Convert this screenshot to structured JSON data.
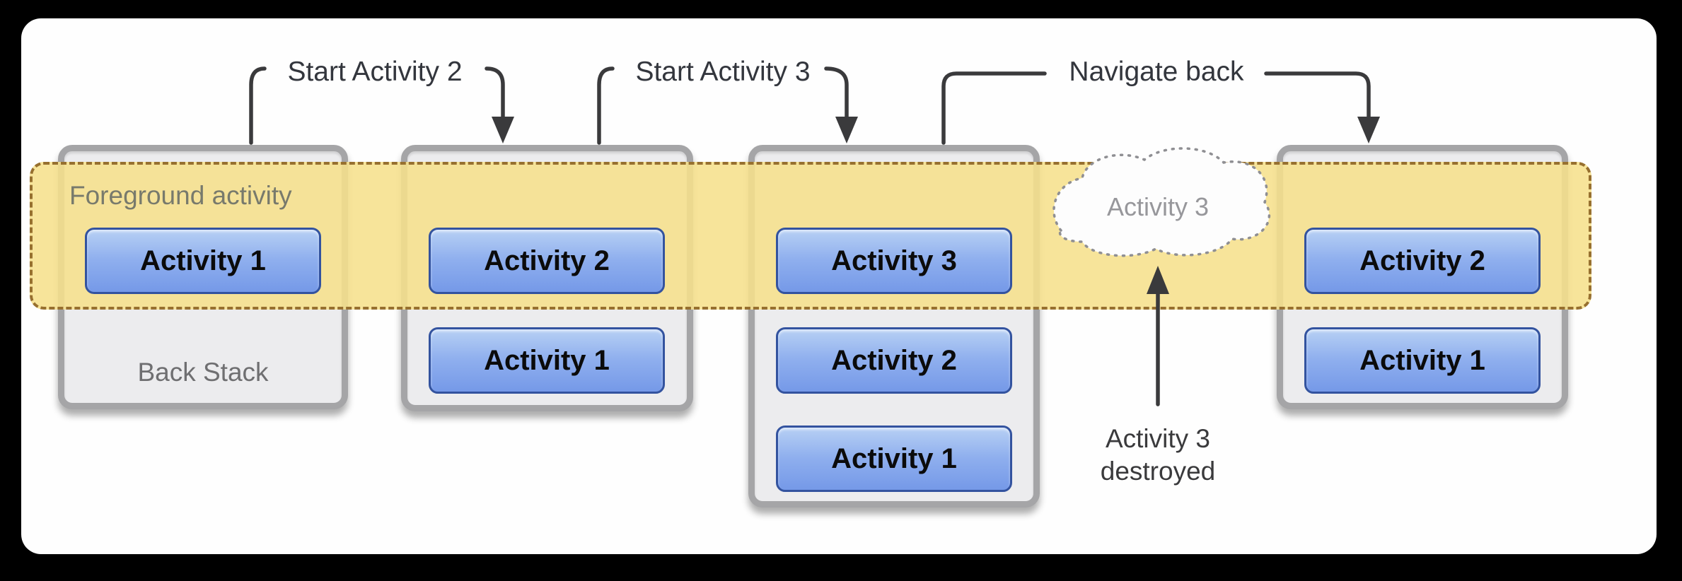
{
  "diagram": {
    "title_labels": {
      "start_activity_2": "Start Activity 2",
      "start_activity_3": "Start Activity 3",
      "navigate_back": "Navigate back"
    },
    "band": {
      "label": "Foreground activity",
      "fill_color": "#f6e08c",
      "border_color": "#97702f"
    },
    "stacks": [
      {
        "caption": "Back Stack",
        "foreground": "Activity 1",
        "back": []
      },
      {
        "foreground": "Activity 2",
        "back": [
          "Activity 1"
        ]
      },
      {
        "foreground": "Activity 3",
        "back": [
          "Activity 2",
          "Activity 1"
        ]
      },
      {
        "foreground": "Activity 2",
        "back": [
          "Activity 1"
        ]
      }
    ],
    "cloud": {
      "label": "Activity 3"
    },
    "destroyed_note": {
      "line1": "Activity 3",
      "line2": "destroyed"
    },
    "colors": {
      "activity_button_top": "#b7d0f4",
      "activity_button_bottom": "#7599e8",
      "activity_button_border": "#33539f",
      "stack_fill": "#ececee",
      "stack_border": "#a5a5a7",
      "arrow": "#3a3a3c",
      "frame": "#000000",
      "panel": "#fefefe"
    }
  }
}
